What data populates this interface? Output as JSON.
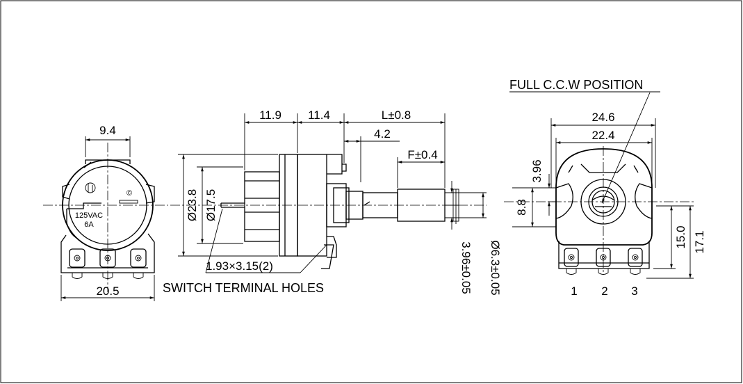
{
  "front_view": {
    "dim_top": "9.4",
    "dim_bottom": "20.5",
    "rating_line1": "125VAC",
    "rating_line2": "6A"
  },
  "side_view": {
    "dim_11_9": "11.9",
    "dim_11_4": "11.4",
    "dim_L": "L±0.8",
    "dim_4_2": "4.2",
    "dim_F": "F±0.4",
    "dim_dia_23_8": "Ø23.8",
    "dim_dia_17_5": "Ø17.5",
    "dim_3_96": "3.96±0.05",
    "dim_dia_6_3": "Ø6.3±0.05",
    "hole_note": "1.93×3.15(2)",
    "switch_label": "SWITCH TERMINAL HOLES"
  },
  "rear_view": {
    "position_label": "FULL C.C.W  POSITION",
    "dim_24_6": "24.6",
    "dim_22_4": "22.4",
    "dim_3_96": "3.96",
    "dim_8_8": "8.8",
    "dim_15_0": "15.0",
    "dim_17_1": "17.1",
    "pin1": "1",
    "pin2": "2",
    "pin3": "3"
  }
}
